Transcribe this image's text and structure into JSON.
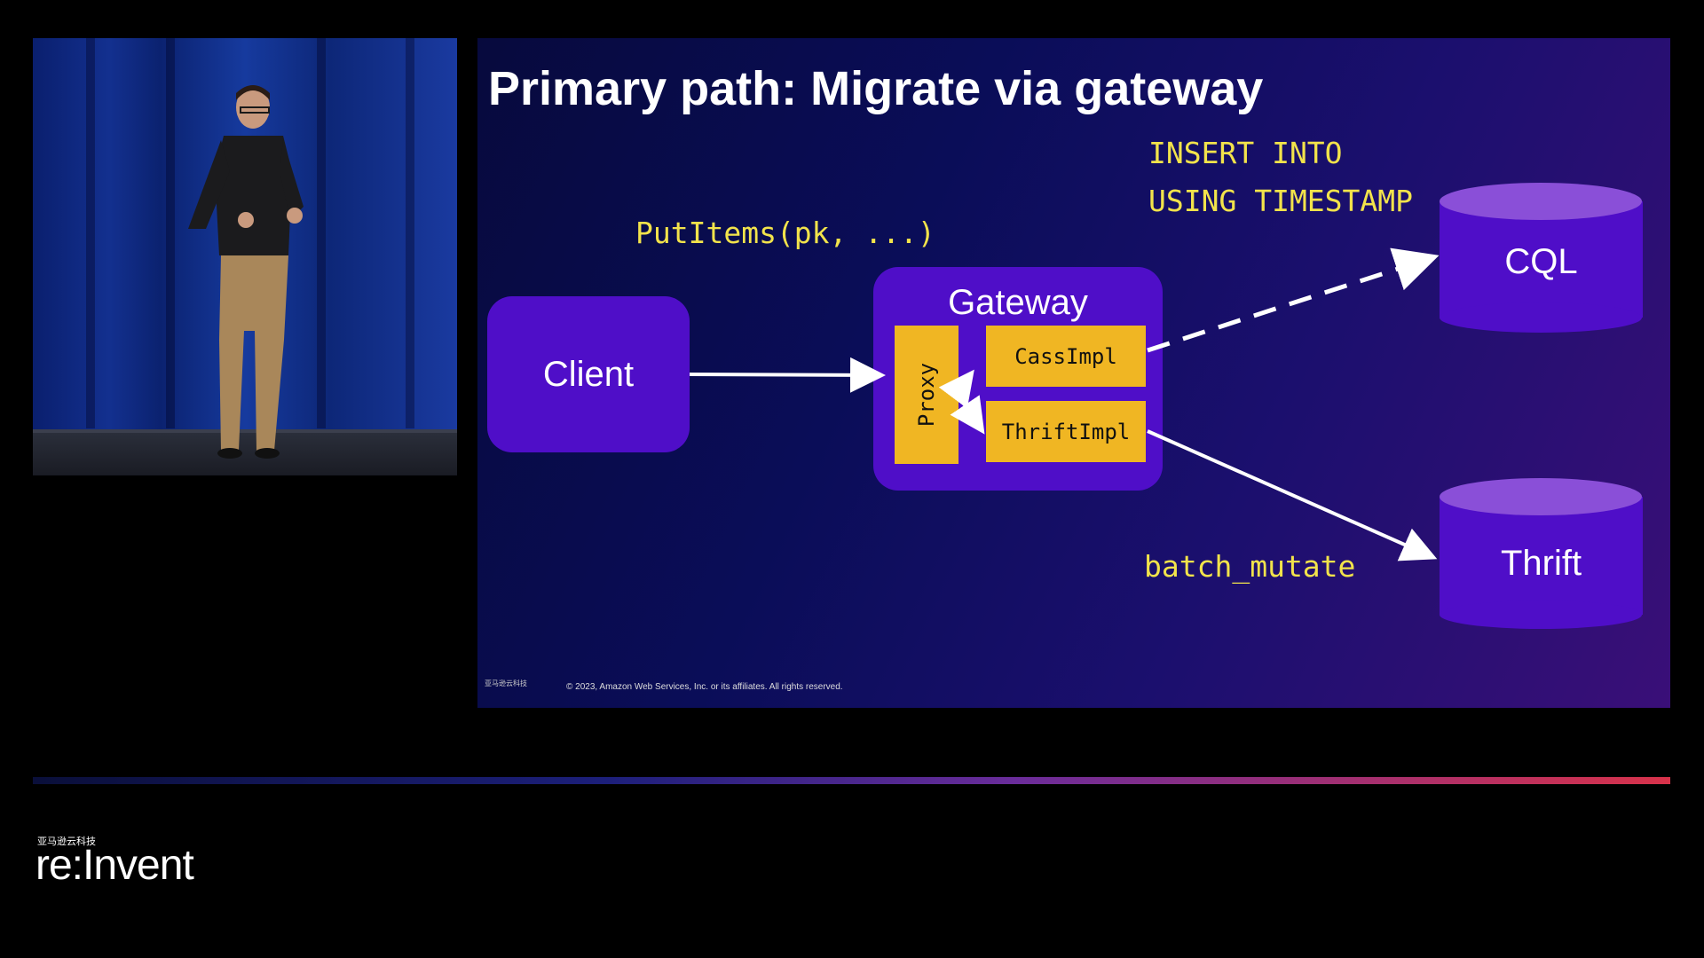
{
  "slide": {
    "title": "Primary path: Migrate via gateway",
    "code_insert_line1": "INSERT INTO",
    "code_insert_line2": "USING TIMESTAMP",
    "code_putitems": "PutItems(pk, ...)",
    "code_batch": "batch_mutate",
    "client_label": "Client",
    "gateway_label": "Gateway",
    "proxy_label": "Proxy",
    "cassimpl_label": "CassImpl",
    "thriftimpl_label": "ThriftImpl",
    "cql_label": "CQL",
    "thrift_label": "Thrift",
    "footer_logo": "亚马逊云科技",
    "footer_copyright": "© 2023, Amazon Web Services, Inc. or its affiliates. All rights reserved."
  },
  "branding": {
    "cn_text": "亚马逊云科技",
    "event_name": "re:Invent"
  },
  "colors": {
    "box_purple": "#4f0ec8",
    "cylinder_top": "#8a4fd8",
    "impl_orange": "#f0b623",
    "code_yellow": "#f2e34b"
  }
}
